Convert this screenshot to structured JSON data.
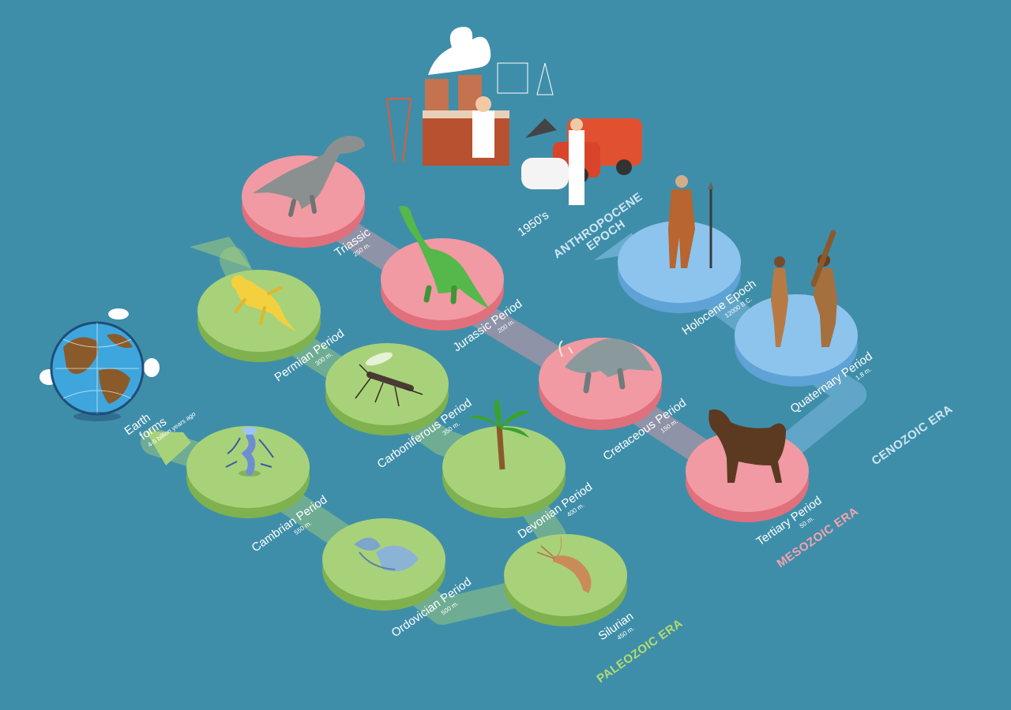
{
  "colors": {
    "background": "#3f8ea9",
    "paleozoic": "#a8d27a",
    "mesozoic": "#f19aa3",
    "cenozoic": "#8cc4ee",
    "paleozoic_text": "#b5dd6d",
    "mesozoic_text": "#f5a3ad",
    "cenozoic_text": "#cfe7f4"
  },
  "earth": {
    "title_line1": "Earth",
    "title_line2": "forms",
    "subtitle": "4-5 billion years ago"
  },
  "periods": {
    "cambrian": {
      "name": "Cambrian Period",
      "age": "550 m."
    },
    "ordovician": {
      "name": "Ordovician Period",
      "age": "500 m."
    },
    "silurian": {
      "name": "Silurian",
      "age": "450 m."
    },
    "devonian": {
      "name": "Devonian Period",
      "age": "400 m."
    },
    "carboniferous": {
      "name": "Carboniferous Period",
      "age": "350 m."
    },
    "permian": {
      "name": "Permian Period",
      "age": "300 m."
    },
    "triassic": {
      "name": "Triassic",
      "age": "250 m."
    },
    "jurassic": {
      "name": "Jurassic Period",
      "age": "200 m."
    },
    "cretaceous": {
      "name": "Cretaceous Period",
      "age": "150 m."
    },
    "tertiary": {
      "name": "Tertiary Period",
      "age": "50 m."
    },
    "quaternary": {
      "name": "Quaternary Period",
      "age": "1.8 m."
    },
    "holocene": {
      "name": "Holocene Epoch",
      "age": "12000 B.C."
    }
  },
  "anthropocene": {
    "line1": "ANTHROPOCENE",
    "line2": "EPOCH",
    "year": "1950's"
  },
  "eras": {
    "paleozoic": "PALEOZOIC ERA",
    "mesozoic": "MESOZOIC ERA",
    "cenozoic": "CENOZOIC ERA"
  },
  "icons": {
    "earth": "globe-icon",
    "cambrian": "worm-icon",
    "ordovician": "plant-icon",
    "silurian": "shrimp-icon",
    "devonian": "palm-tree-icon",
    "carboniferous": "mosquito-icon",
    "permian": "lizard-icon",
    "triassic": "dinosaur-icon",
    "jurassic": "brontosaurus-icon",
    "cretaceous": "triceratops-icon",
    "tertiary": "horse-icon",
    "quaternary": "cavemen-icon",
    "holocene": "hunter-icon",
    "anthropocene": "industry-icon"
  }
}
